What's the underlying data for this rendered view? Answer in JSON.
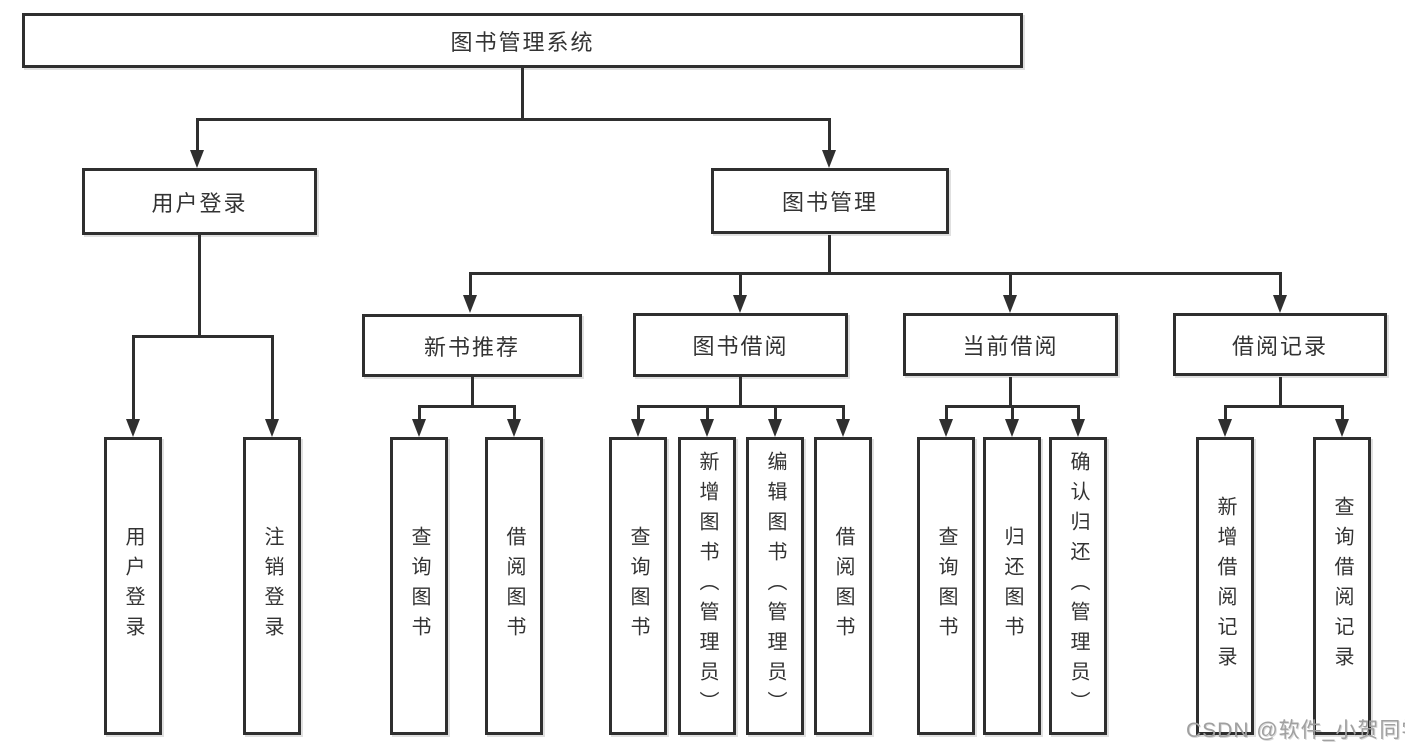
{
  "diagram": {
    "root": {
      "label": "图书管理系统"
    },
    "branches": [
      {
        "label": "用户登录",
        "children": [
          {
            "label": "用户登录"
          },
          {
            "label": "注销登录"
          }
        ]
      },
      {
        "label": "图书管理",
        "children": [
          {
            "label": "新书推荐",
            "children": [
              {
                "label": "查询图书"
              },
              {
                "label": "借阅图书"
              }
            ]
          },
          {
            "label": "图书借阅",
            "children": [
              {
                "label": "查询图书"
              },
              {
                "label": "新增图书（管理员）"
              },
              {
                "label": "编辑图书（管理员）"
              },
              {
                "label": "借阅图书"
              }
            ]
          },
          {
            "label": "当前借阅",
            "children": [
              {
                "label": "查询图书"
              },
              {
                "label": "归还图书"
              },
              {
                "label": "确认归还（管理员）"
              }
            ]
          },
          {
            "label": "借阅记录",
            "children": [
              {
                "label": "新增借阅记录"
              },
              {
                "label": "查询借阅记录"
              }
            ]
          }
        ]
      }
    ],
    "watermark": "CSDN @软件_小贺同学",
    "colors": {
      "line": "#2f2f2f",
      "text": "#333333",
      "watermark": "#a0a0a0",
      "background": "#ffffff"
    }
  }
}
